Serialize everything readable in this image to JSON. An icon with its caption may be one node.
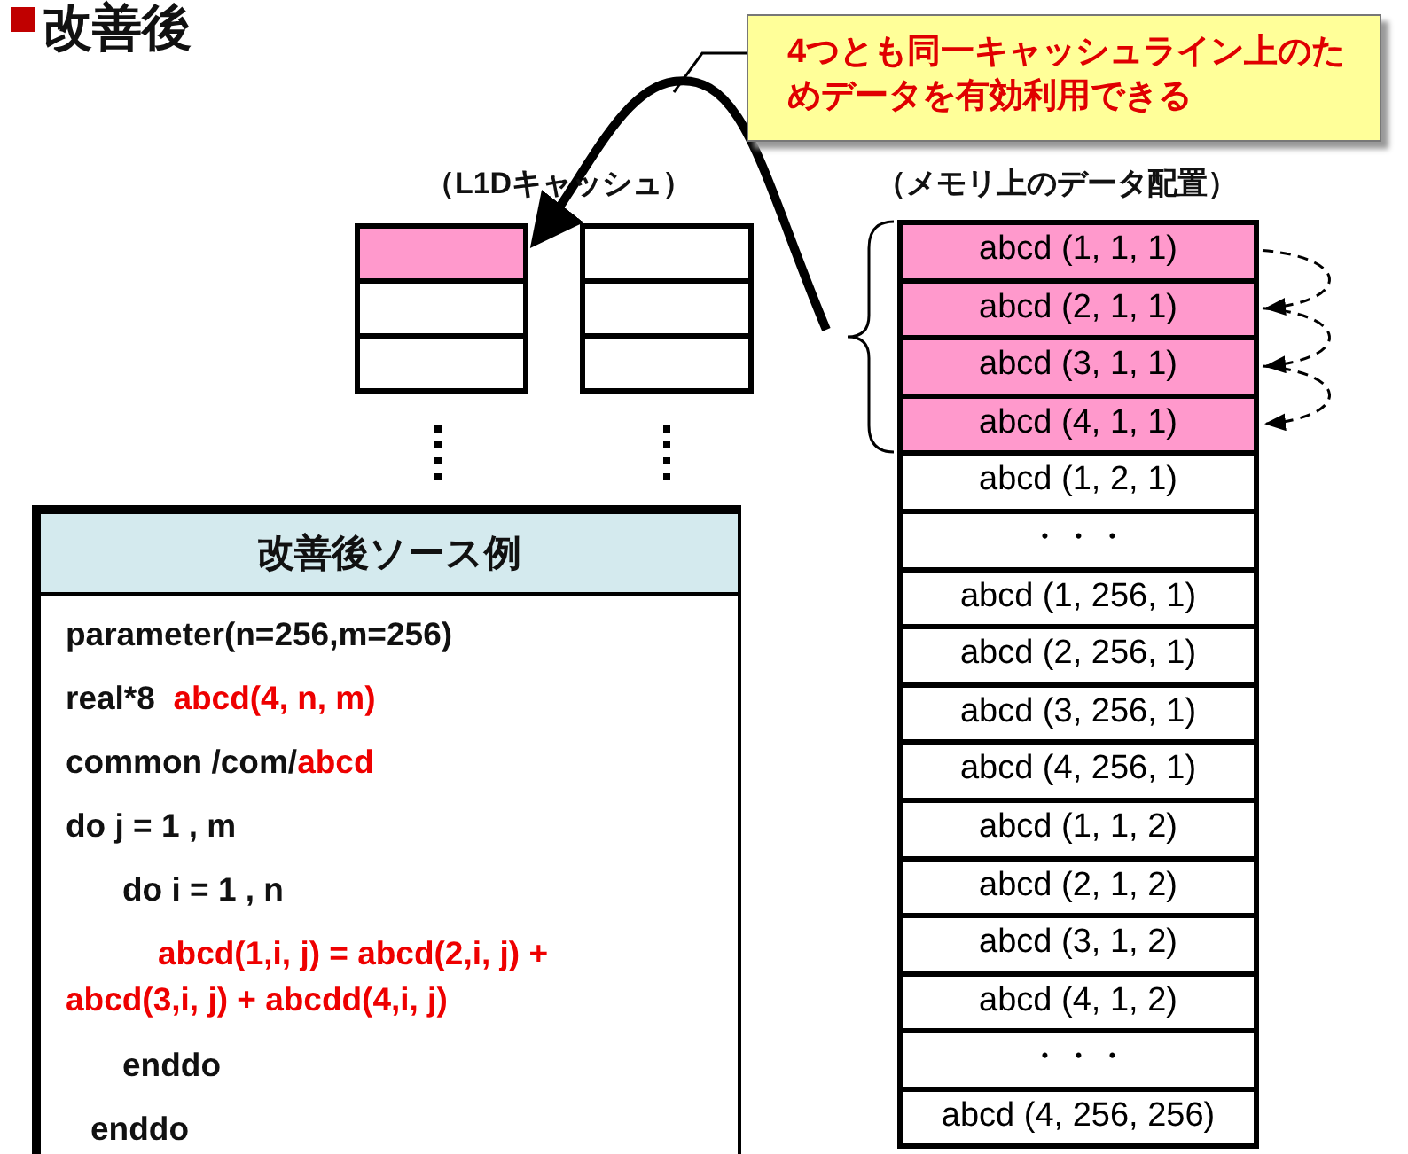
{
  "diagram": {
    "title": "改善後",
    "nodes": [
      {
        "text": [
          "4つとも同一キャッシュライン上のためデータを有効利用できる"
        ]
      },
      {
        "text": [],
        "shape": "box"
      },
      {
        "text": [],
        "shape": "box"
      },
      {
        "text": [],
        "shape": "box"
      },
      {
        "text": [],
        "shape": "box"
      },
      {
        "text": [],
        "shape": "box"
      },
      {
        "text": [],
        "shape": "box"
      },
      {
        "text": [
          "abcd (1, 1, 1)"
        ]
      },
      {
        "text": [
          "abcd (2, 1, 1)"
        ]
      },
      {
        "text": [
          "abcd (3, 1, 1)"
        ]
      },
      {
        "text": [
          "abcd (4, 1, 1)"
        ]
      },
      {
        "text": [
          "abcd (1, 2, 1)"
        ]
      },
      {
        "text": [
          "・・・"
        ]
      },
      {
        "text": [
          "abcd (1, 256, 1)"
        ]
      },
      {
        "text": [
          "abcd (2, 256, 1)"
        ]
      },
      {
        "text": [
          "abcd (3, 256, 1)"
        ]
      },
      {
        "text": [
          "abcd (4, 256, 1)"
        ]
      },
      {
        "text": [
          "abcd (1, 1, 2)"
        ]
      },
      {
        "text": [
          "abcd (2, 1, 2)"
        ]
      },
      {
        "text": [
          "abcd (3, 1, 2)"
        ]
      },
      {
        "text": [
          "abcd (4, 1, 2)"
        ]
      },
      {
        "text": [
          "・・・"
        ]
      },
      {
        "text": [
          "abcd (4, 256, 256)"
        ]
      },
      {
        "text": [
          "改善後ソース例",
          "parameter(n=256,m=256)",
          "real*8  abcd(4, n, m)",
          "common /com/abcd",
          "do j = 1 , m",
          "do i = 1 , n",
          "abcd(1,i, j) = abcd(2,i, j) + abcd(3,i, j) + abcdd(4,i, j)",
          "enddo",
          "enddo"
        ]
      }
    ],
    "edges": [
      {
        "from": 0,
        "to": null,
        "arrow": "none"
      },
      {
        "from": null,
        "to": 1,
        "arrow": "to",
        "style": "thick"
      },
      {
        "from": 7,
        "to": 8,
        "arrow": "to",
        "style": "dashed"
      },
      {
        "from": 8,
        "to": 9,
        "arrow": "to",
        "style": "dashed"
      },
      {
        "from": 9,
        "to": 10,
        "arrow": "to",
        "style": "dashed"
      }
    ],
    "labels": [
      "（L1Dキャッシュ）",
      "（メモリ上のデータ配置）"
    ]
  }
}
